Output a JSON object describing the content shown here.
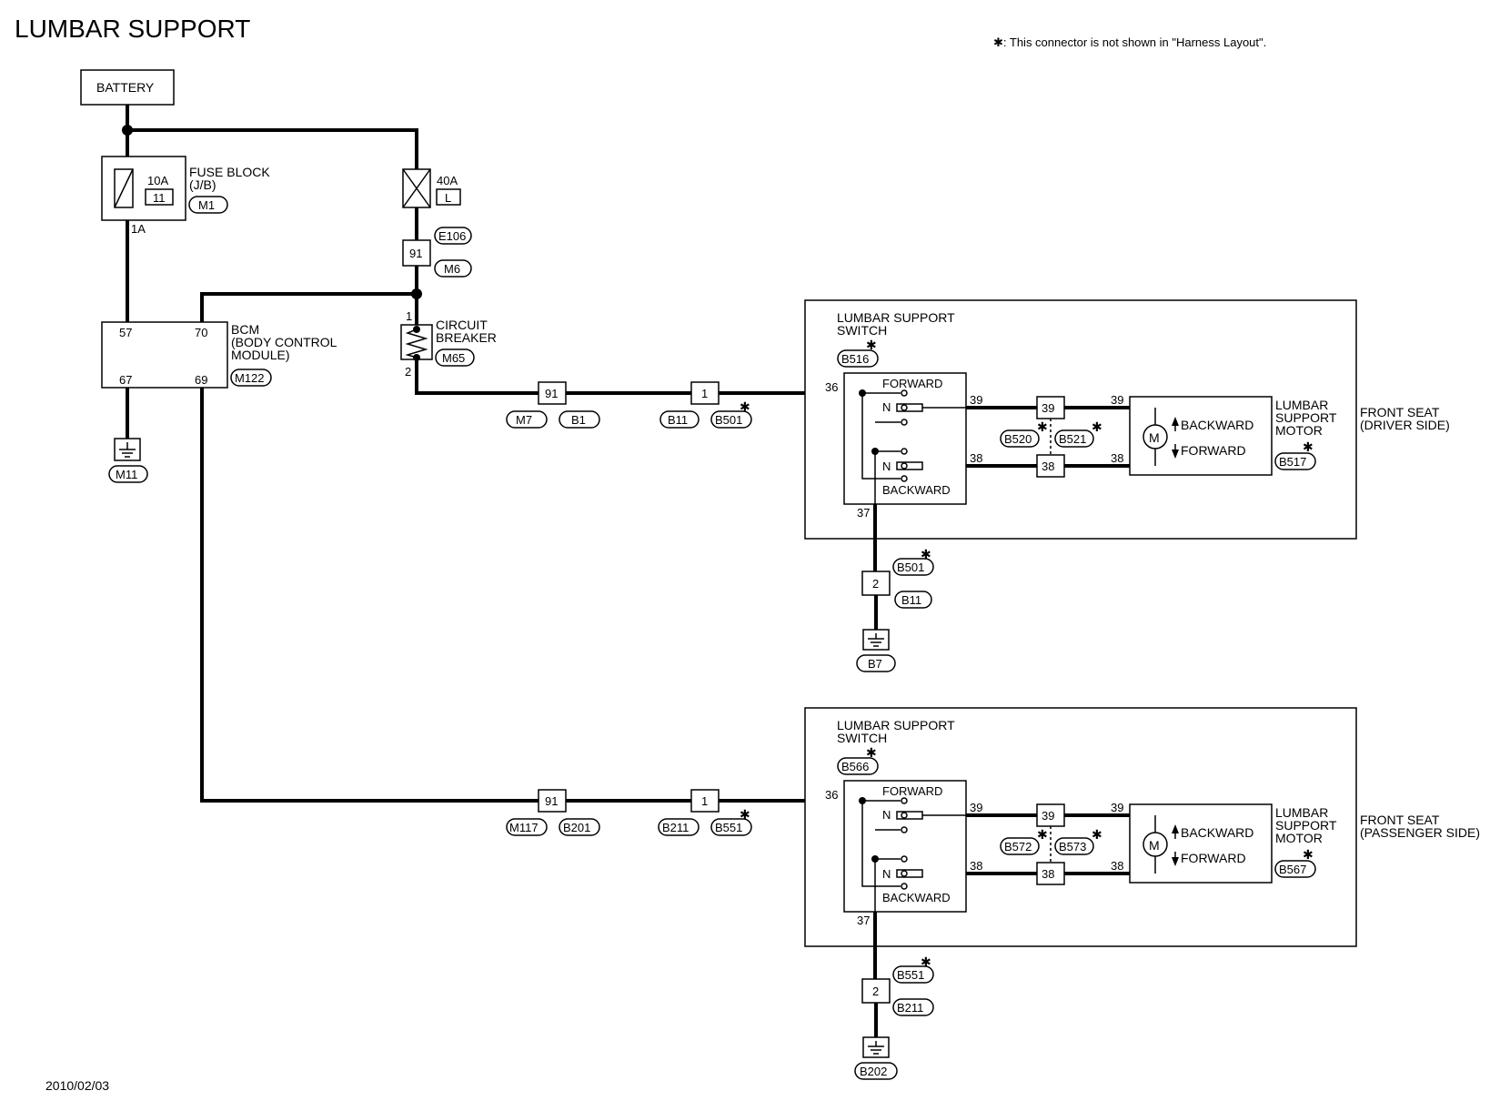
{
  "title": "LUMBAR SUPPORT",
  "note": "✱: This connector is not shown in \"Harness Layout\".",
  "date": "2010/02/03",
  "battery": "BATTERY",
  "fuse_block": {
    "label1": "FUSE BLOCK",
    "label2": "(J/B)",
    "rating": "10A",
    "number": "11",
    "connector": "M1",
    "terminal": "1A"
  },
  "fusible_link": {
    "rating": "40A",
    "letter": "L"
  },
  "connector_91": {
    "pin": "91",
    "top": "E106",
    "bottom": "M6"
  },
  "circuit_breaker": {
    "label1": "CIRCUIT",
    "label2": "BREAKER",
    "connector": "M65",
    "pin1": "1",
    "pin2": "2"
  },
  "bcm": {
    "label1": "BCM",
    "label2": "(BODY CONTROL",
    "label3": "MODULE)",
    "connector": "M122",
    "pins": [
      "57",
      "70",
      "67",
      "69"
    ]
  },
  "ground_bcm": "M11",
  "driver": {
    "inline1": {
      "pin": "91",
      "left": "M7",
      "right": "B1"
    },
    "inline2": {
      "pin": "1",
      "left": "B11",
      "right": "B501"
    },
    "switch_label1": "LUMBAR SUPPORT",
    "switch_label2": "SWITCH",
    "switch_connector": "B516",
    "forward": "FORWARD",
    "backward": "BACKWARD",
    "n": "N",
    "pin36": "36",
    "pin37": "37",
    "pin38": "38",
    "pin39": "39",
    "joint_left": "B520",
    "joint_right": "B521",
    "motor_labels": [
      "LUMBAR",
      "SUPPORT",
      "MOTOR"
    ],
    "motor_connector": "B517",
    "motor_m": "M",
    "seat1": "FRONT SEAT",
    "seat2": "(DRIVER SIDE)",
    "ground_top": "B501",
    "ground_pin": "2",
    "ground_bottom": "B11",
    "ground": "B7"
  },
  "passenger": {
    "inline1": {
      "pin": "91",
      "left": "M117",
      "right": "B201"
    },
    "inline2": {
      "pin": "1",
      "left": "B211",
      "right": "B551"
    },
    "switch_label1": "LUMBAR SUPPORT",
    "switch_label2": "SWITCH",
    "switch_connector": "B566",
    "forward": "FORWARD",
    "backward": "BACKWARD",
    "n": "N",
    "pin36": "36",
    "pin37": "37",
    "pin38": "38",
    "pin39": "39",
    "joint_left": "B572",
    "joint_right": "B573",
    "motor_labels": [
      "LUMBAR",
      "SUPPORT",
      "MOTOR"
    ],
    "motor_connector": "B567",
    "motor_m": "M",
    "seat1": "FRONT SEAT",
    "seat2": "(PASSENGER SIDE)",
    "ground_top": "B551",
    "ground_pin": "2",
    "ground_bottom": "B211",
    "ground": "B202"
  },
  "star": "✱"
}
